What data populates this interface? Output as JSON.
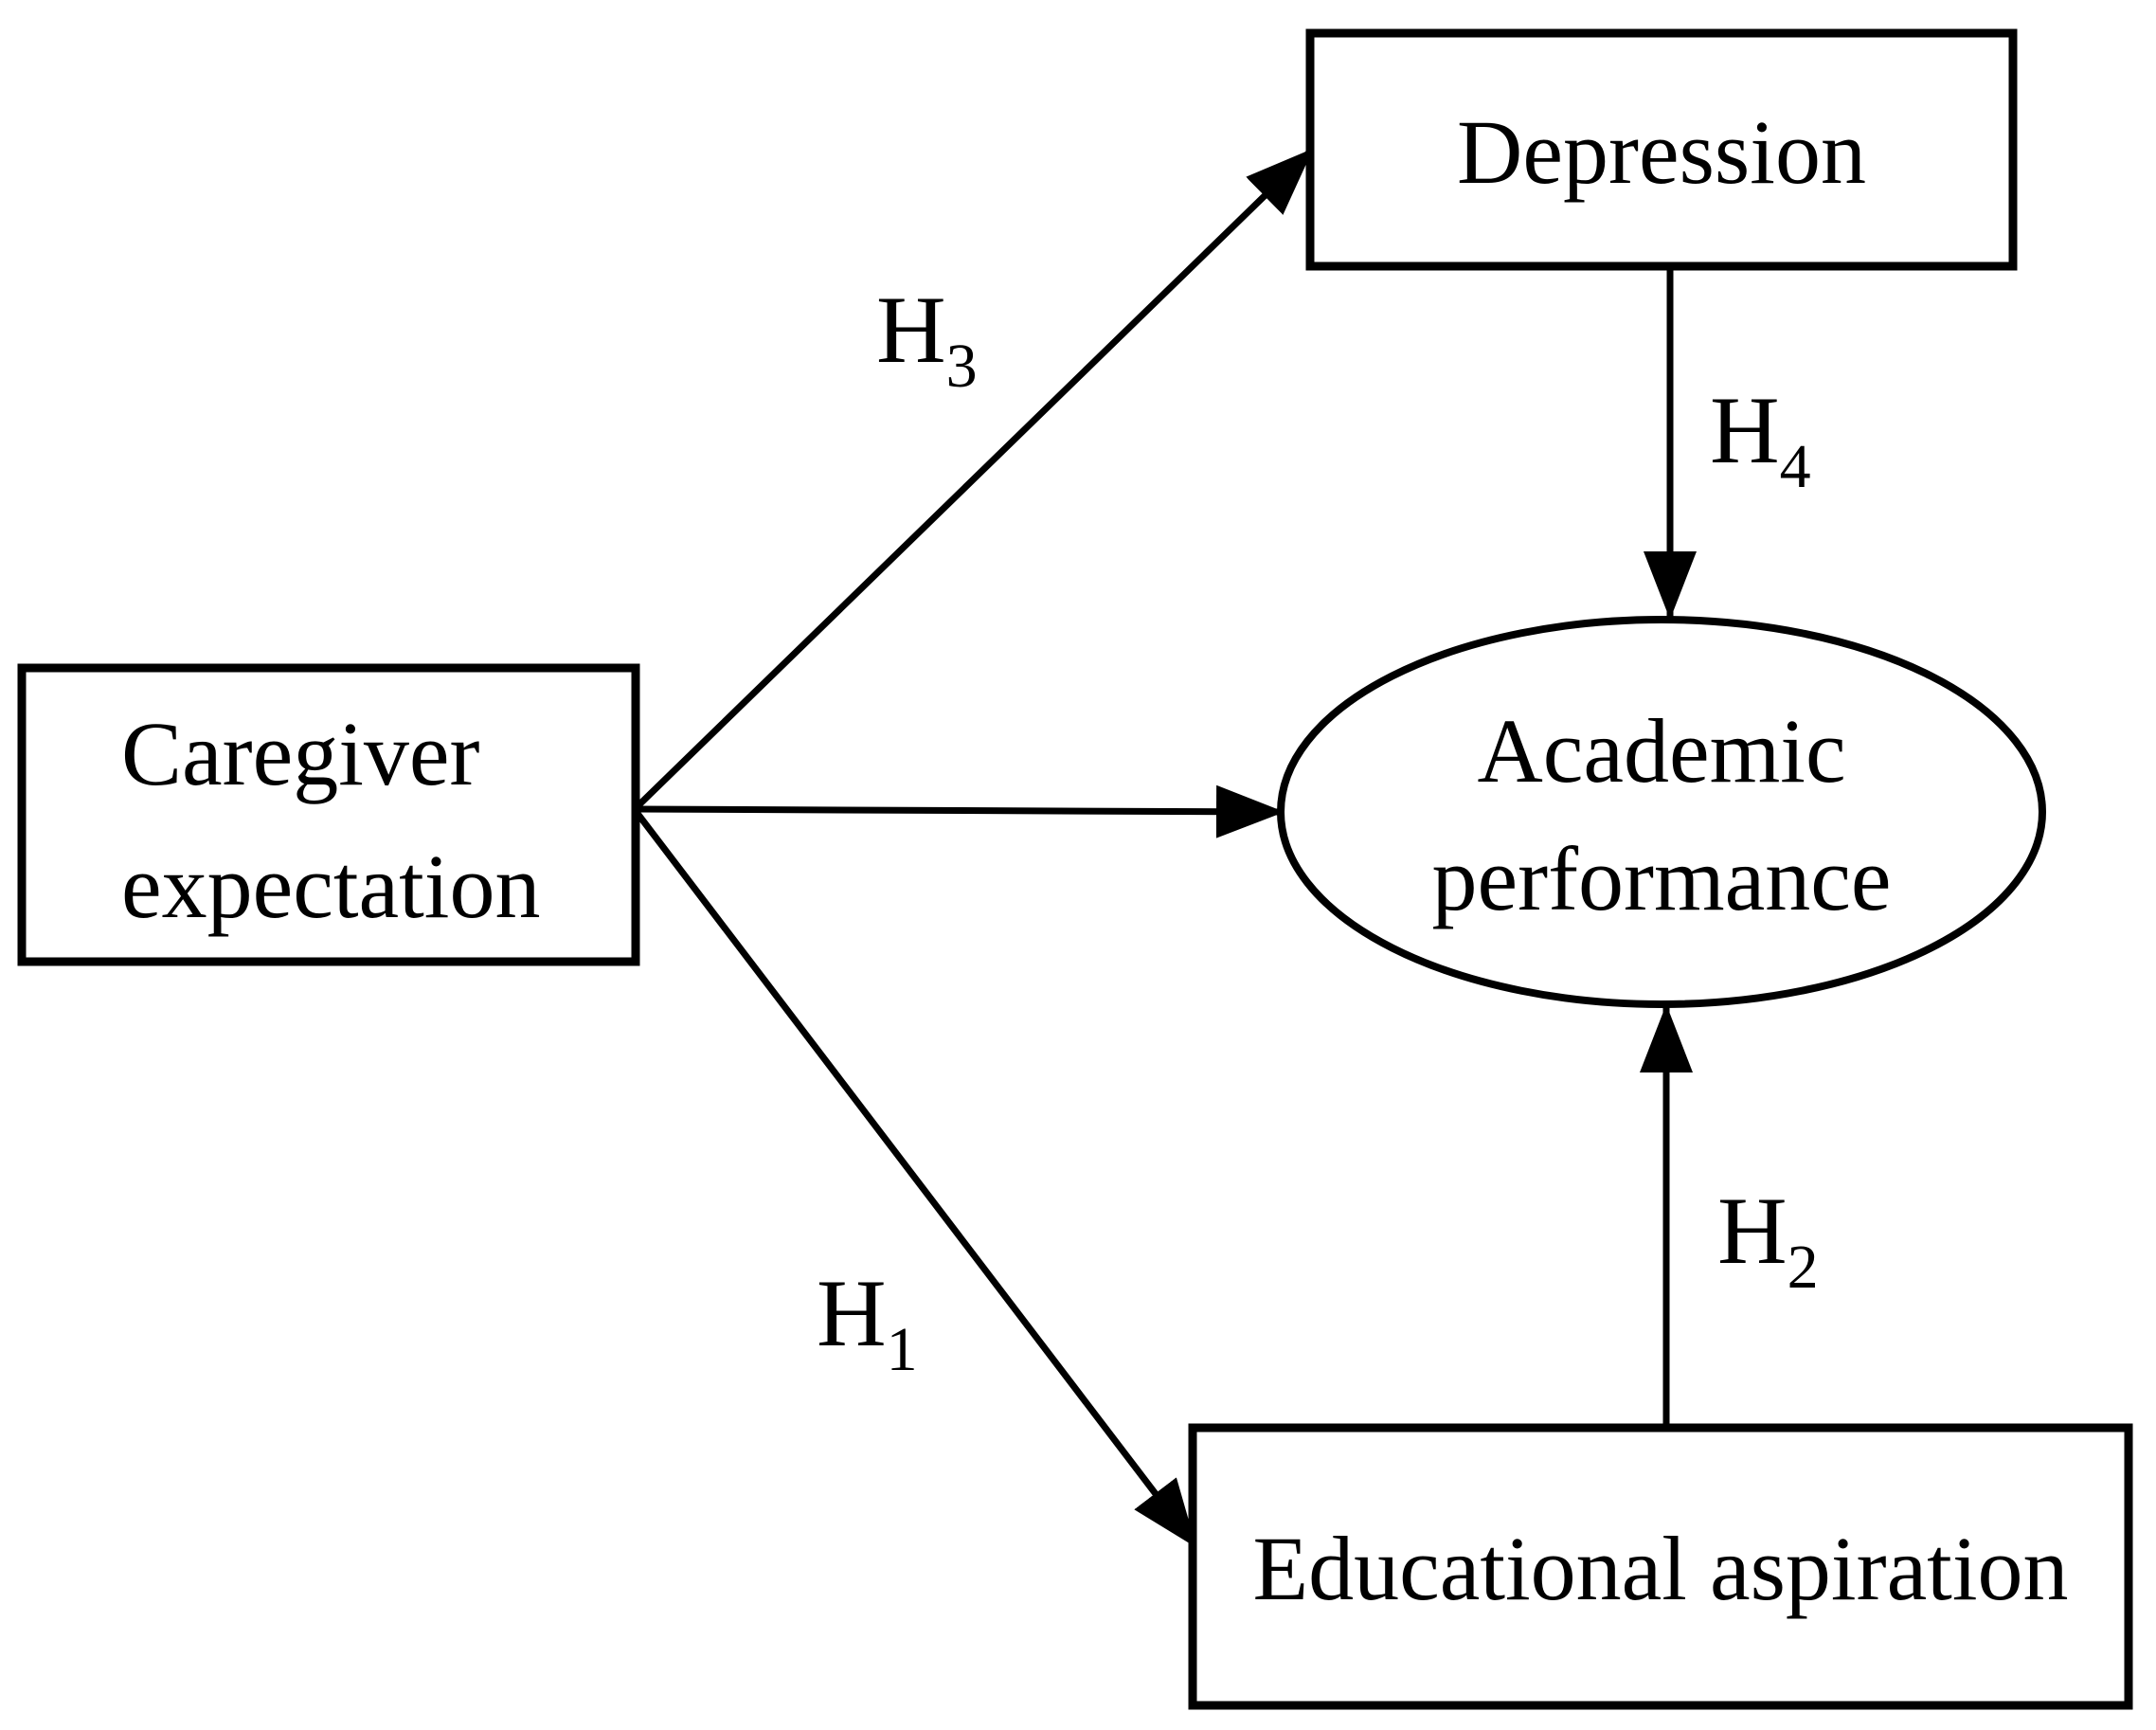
{
  "diagram": {
    "background_color": "#ffffff",
    "stroke_color": "#000000",
    "nodes": {
      "caregiver_expectation": {
        "shape": "rectangle",
        "label_line1": "Caregiver",
        "label_line2": "expectation"
      },
      "depression": {
        "shape": "rectangle",
        "label": "Depression"
      },
      "academic_performance": {
        "shape": "ellipse",
        "label_line1": "Academic",
        "label_line2": "performance"
      },
      "educational_aspiration": {
        "shape": "rectangle",
        "label": "Educational aspiration"
      }
    },
    "edges": {
      "h3": {
        "from": "caregiver_expectation",
        "to": "depression",
        "label_main": "H",
        "label_sub": "3"
      },
      "h4": {
        "from": "depression",
        "to": "academic_performance",
        "label_main": "H",
        "label_sub": "4"
      },
      "direct": {
        "from": "caregiver_expectation",
        "to": "academic_performance",
        "label_main": "",
        "label_sub": ""
      },
      "h1": {
        "from": "caregiver_expectation",
        "to": "educational_aspiration",
        "label_main": "H",
        "label_sub": "1"
      },
      "h2": {
        "from": "educational_aspiration",
        "to": "academic_performance",
        "label_main": "H",
        "label_sub": "2"
      }
    }
  }
}
